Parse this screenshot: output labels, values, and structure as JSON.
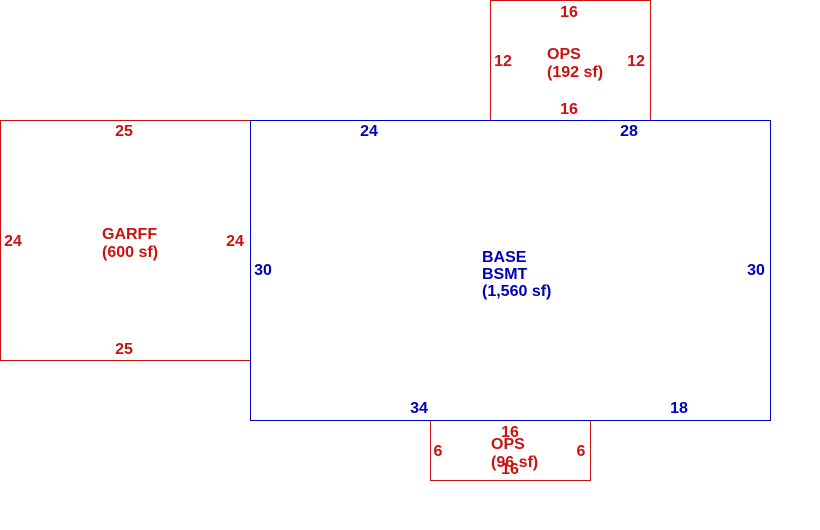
{
  "colors": {
    "base": "#0000cc",
    "addition": "#cc1111"
  },
  "areas": {
    "base": {
      "name_line1": "BASE",
      "name_line2": "BSMT",
      "area": "(1,560 sf)",
      "dims": {
        "top_left": "24",
        "top_right": "28",
        "left": "30",
        "right": "30",
        "bottom_left": "34",
        "bottom_right": "18"
      }
    },
    "garage": {
      "name": "GARFF",
      "area": "(600 sf)",
      "dims": {
        "top": "25",
        "bottom": "25",
        "left": "24",
        "right": "24"
      }
    },
    "ops_top": {
      "name": "OPS",
      "area": "(192 sf)",
      "dims": {
        "top": "16",
        "bottom": "16",
        "left": "12",
        "right": "12"
      }
    },
    "ops_bottom": {
      "name": "OPS",
      "area": "(96 sf)",
      "dims": {
        "top": "16",
        "bottom": "16",
        "left": "6",
        "right": "6"
      }
    }
  }
}
